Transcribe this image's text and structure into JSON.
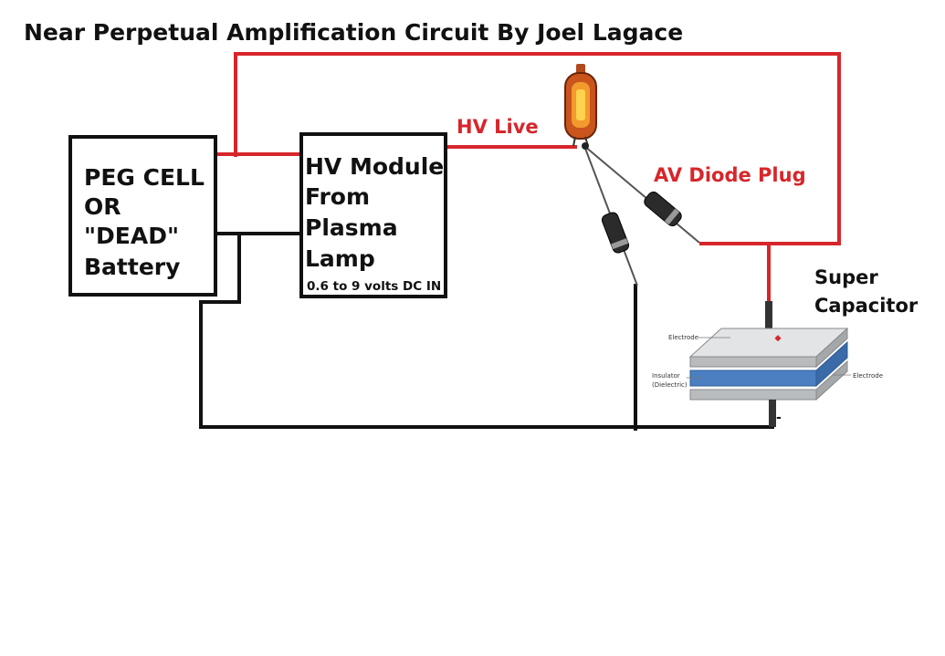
{
  "title": "Near Perpetual Amplification Circuit By Joel Lagace",
  "battery_box": {
    "lines": [
      "PEG CELL",
      "OR",
      "\"DEAD\"",
      "Battery"
    ]
  },
  "hv_module_box": {
    "lines": [
      "HV Module",
      "From",
      "Plasma",
      "Lamp"
    ],
    "note": "0.6 to 9 volts DC IN"
  },
  "labels": {
    "hv_live": "HV Live",
    "av_diode_plug": "AV Diode Plug",
    "super_capacitor_line1": "Super",
    "super_capacitor_line2": "Capacitor"
  },
  "capacitor_diagram": {
    "electrode_top": "Electrode",
    "electrode_right": "Electrode",
    "insulator_line1": "Insulator",
    "insulator_line2": "(Dielectric)",
    "minus": "-"
  },
  "colors": {
    "red_wire": "#d7262b",
    "black_wire": "#111111",
    "dielectric_blue": "#4a7fc1",
    "plate_gray": "#c9ccce",
    "bulb_orange": "#d9781f"
  }
}
